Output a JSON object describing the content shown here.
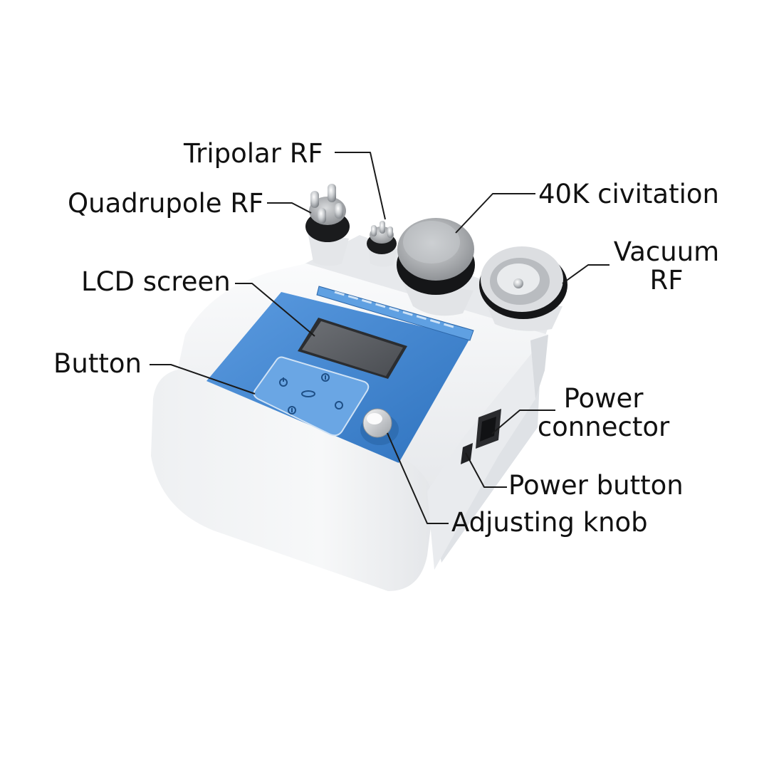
{
  "labels": {
    "tripolar_rf": "Tripolar RF",
    "quadrupole_rf": "Quadrupole RF",
    "civitation_40k": "40K civitation",
    "vacuum_rf_line1": "Vacuum",
    "vacuum_rf_line2": "RF",
    "lcd_screen": "LCD screen",
    "button": "Button",
    "power_connector_line1": "Power",
    "power_connector_line2": "connector",
    "power_button": "Power button",
    "adjusting_knob": "Adjusting knob"
  },
  "colors": {
    "panel_blue": "#3f86cf",
    "body_white": "#f1f2f4",
    "screen_gray": "#5c5f64",
    "leader_line": "#1a1a1a",
    "text": "#111111"
  },
  "icons": [
    "power-icon",
    "up-icon",
    "minus-icon",
    "reset-icon",
    "down-icon"
  ]
}
